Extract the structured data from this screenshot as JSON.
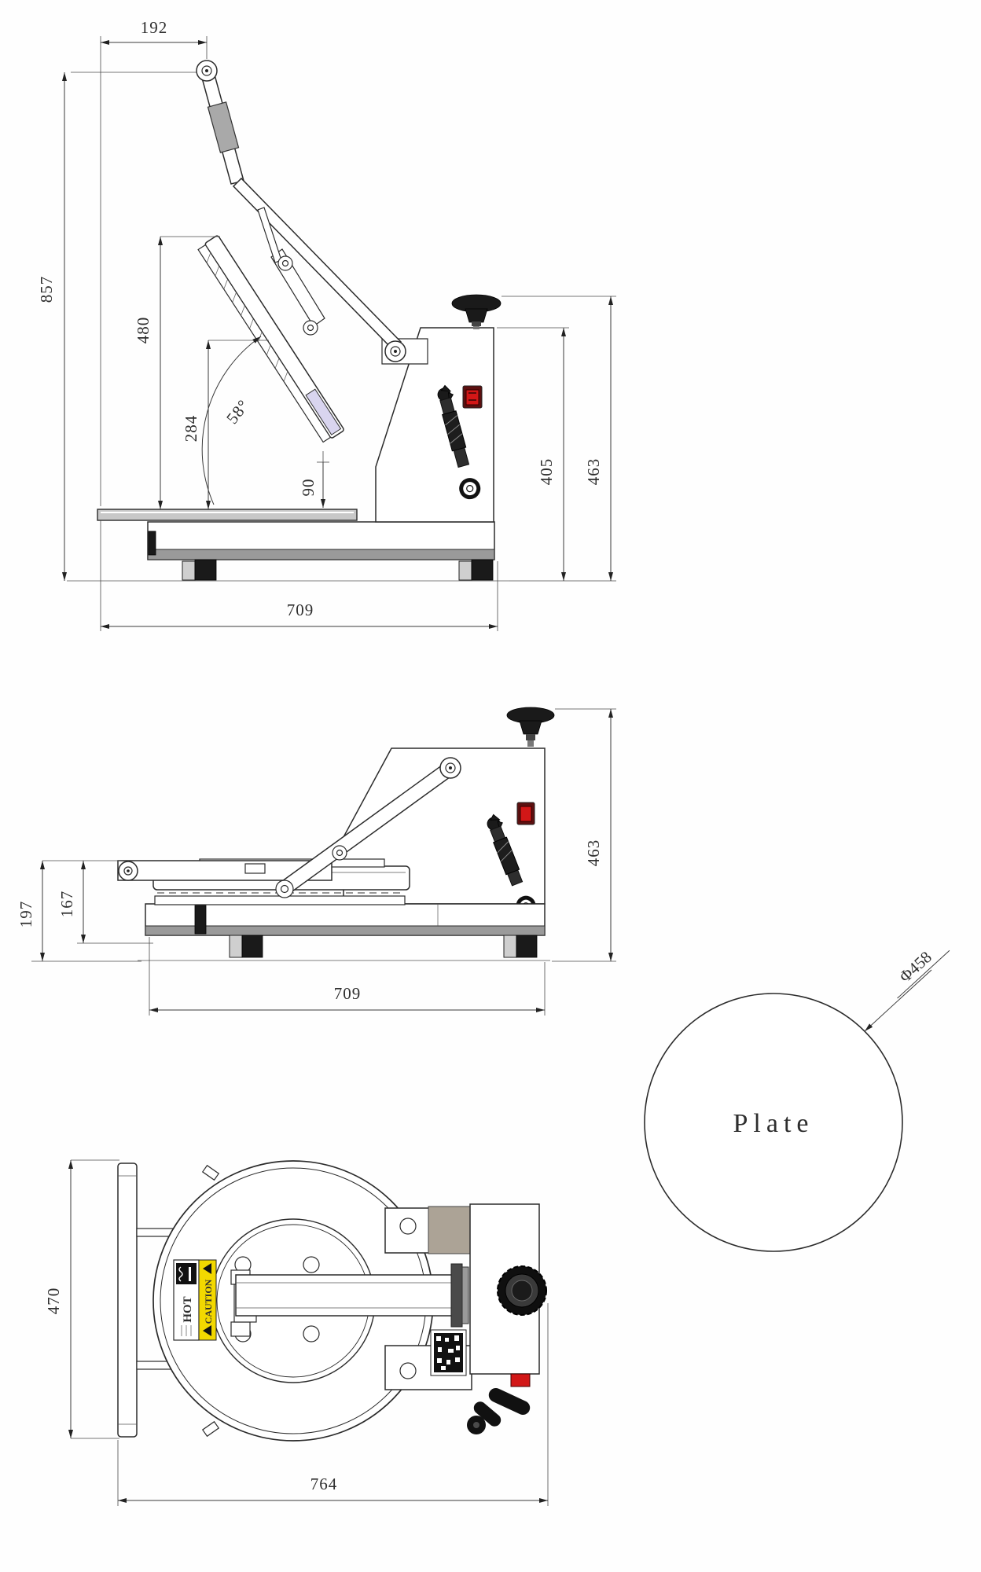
{
  "side_open": {
    "arm_pivot_offset": "192",
    "total_height_open": "857",
    "platen_tip_height": "480",
    "platen_mid_height": "284",
    "opening_angle": "58°",
    "platen_gap": "90",
    "body_height": "405",
    "overall_height": "463",
    "base_depth": "709"
  },
  "side_closed": {
    "arm_height_to_ground": "197",
    "arm_height_to_base": "167",
    "overall_height": "463",
    "base_depth": "709"
  },
  "top_view": {
    "base_width": "470",
    "overall_depth": "764",
    "caution_label": "CAUTION",
    "hot_label": "HOT"
  },
  "plate": {
    "label": "Plate",
    "diameter": "Φ458"
  },
  "colors": {
    "switch_red": "#d21717",
    "switch_red_dark": "#5d1010",
    "caution_yellow": "#f2d800",
    "metal_tan": "#aca396",
    "grip_gray": "#a9a9a9",
    "pad_lavender": "#d9d5ef",
    "plate_silver": "#c8c8c8",
    "band_gray": "#9a9a9a"
  }
}
